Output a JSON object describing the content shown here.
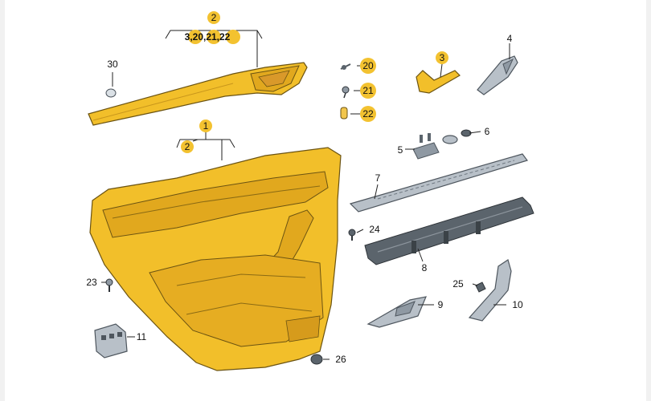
{
  "callouts": {
    "c1": "1",
    "c2a": "2",
    "c2a_sub": "3,20,21,22",
    "c2b": "2",
    "c3": "3",
    "c4": "4",
    "c5": "5",
    "c6": "6",
    "c7": "7",
    "c8": "8",
    "c9": "9",
    "c10": "10",
    "c11": "11",
    "c20": "20",
    "c21": "21",
    "c22": "22",
    "c23": "23",
    "c24": "24",
    "c25": "25",
    "c26": "26",
    "c30": "30"
  },
  "colors": {
    "trim_yellow": "#f2bf2a",
    "badge_yellow": "#f3c230",
    "part_grey": "#b8c0c8",
    "background": "#ffffff"
  }
}
